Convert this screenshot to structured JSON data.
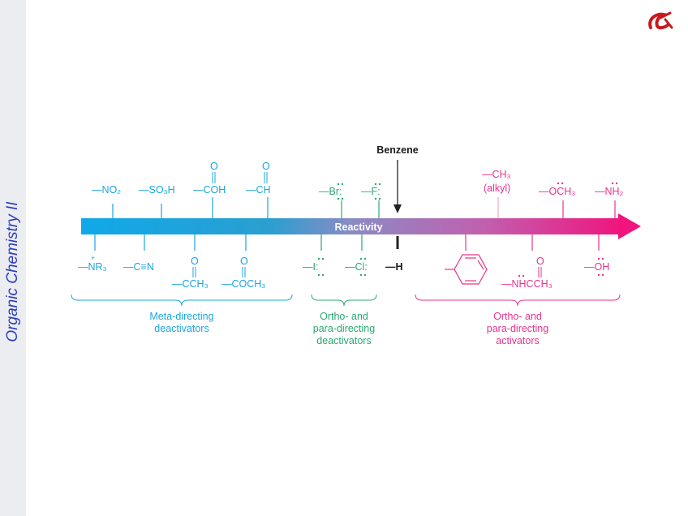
{
  "sidebar": {
    "title": "Organic Chemistry II"
  },
  "colors": {
    "meta": "#1ba5de",
    "ortho_deact": "#2aa870",
    "activator": "#e8338d",
    "sidebar_text": "#2a3cc7"
  },
  "diagram": {
    "axis_label": "Reactivity",
    "benzene_label": "Benzene",
    "benzene_substituent": "—H",
    "top_groups": {
      "nitro": "—NO₂",
      "sulfonic": "—SO₃H",
      "cooh": "—COH",
      "cho": "—CH",
      "br": "—Br:",
      "f": "—F:",
      "methyl": "—CH₃",
      "alkyl": "(alkyl)",
      "methoxy": "—OCH₃",
      "amino": "—NH₂"
    },
    "bottom_groups": {
      "ammonium": "—NR₃",
      "nitrile": "—C≡N",
      "ketone": "—CCH₃",
      "ester": "—COCH₃",
      "i": "—I:",
      "cl": "—Cl:",
      "amide": "—NHCCH₃",
      "hydroxyl": "—OH"
    },
    "group_labels": {
      "meta": [
        "Meta-directing",
        "deactivators"
      ],
      "ortho_deact": [
        "Ortho- and",
        "para-directing",
        "deactivators"
      ],
      "ortho_act": [
        "Ortho- and",
        "para-directing",
        "activators"
      ]
    }
  }
}
